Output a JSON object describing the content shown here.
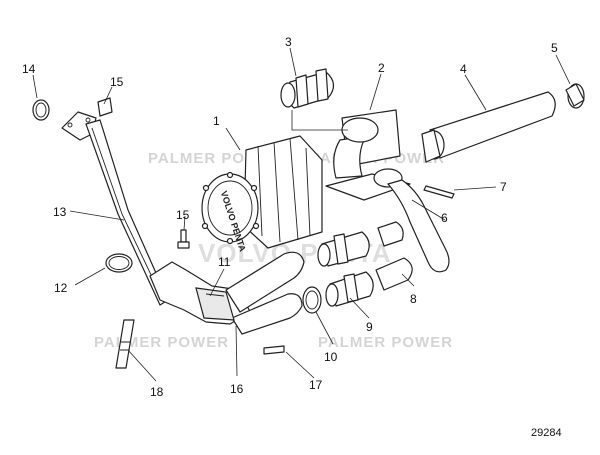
{
  "watermarks": {
    "upper": "PALMER POWER",
    "middle": "VOLVO PENTA",
    "lower": "PALMER POWER"
  },
  "cooler_logo": "VOLVO PENTA",
  "callouts": [
    {
      "id": "1",
      "text": "1"
    },
    {
      "id": "2",
      "text": "2"
    },
    {
      "id": "3",
      "text": "3"
    },
    {
      "id": "4",
      "text": "4"
    },
    {
      "id": "5",
      "text": "5"
    },
    {
      "id": "6",
      "text": "6"
    },
    {
      "id": "7",
      "text": "7"
    },
    {
      "id": "8",
      "text": "8"
    },
    {
      "id": "9",
      "text": "9"
    },
    {
      "id": "10",
      "text": "10"
    },
    {
      "id": "11",
      "text": "11"
    },
    {
      "id": "12",
      "text": "12"
    },
    {
      "id": "13",
      "text": "13"
    },
    {
      "id": "14",
      "text": "14"
    },
    {
      "id": "15a",
      "text": "15"
    },
    {
      "id": "15b",
      "text": "15"
    },
    {
      "id": "16",
      "text": "16"
    },
    {
      "id": "17",
      "text": "17"
    },
    {
      "id": "18",
      "text": "18"
    }
  ],
  "document_number": "29284"
}
